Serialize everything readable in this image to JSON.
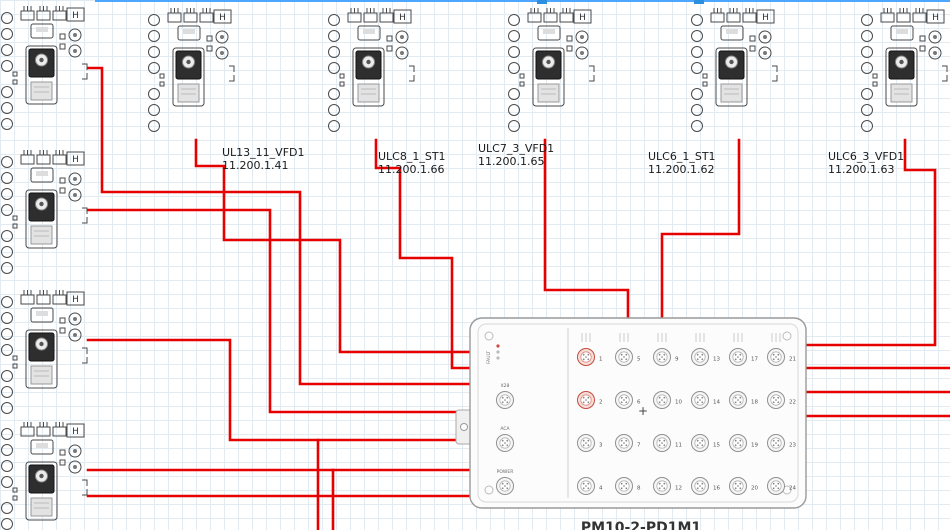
{
  "canvas": {
    "background": "#ffffff",
    "grid_color": "#e2ebf2",
    "wire_color": "#e60000",
    "selection_color": "#4da6ff"
  },
  "devices": [
    {
      "name": "UL13_11_VFD1",
      "ip": "11.200.1.41"
    },
    {
      "name": "ULC8_1_ST1",
      "ip": "11.200.1.66"
    },
    {
      "name": "ULC7_3_VFD1",
      "ip": "11.200.1.65"
    },
    {
      "name": "ULC6_1_ST1",
      "ip": "11.200.1.62"
    },
    {
      "name": "ULC6_3_VFD1",
      "ip": "11.200.1.63"
    }
  ],
  "device_glyph": {
    "h_label": "H"
  },
  "switch": {
    "label": "PM10-2-PD1M1",
    "plus_marker": "+",
    "fault_label": "FAULT",
    "left_port_labels": [
      "X28",
      "ACA",
      "POWER"
    ],
    "port_numbers": [
      1,
      2,
      3,
      4,
      5,
      6,
      7,
      8,
      9,
      10,
      11,
      12,
      13,
      14,
      15,
      16,
      17,
      18,
      19,
      20,
      21,
      22,
      23,
      24
    ]
  }
}
